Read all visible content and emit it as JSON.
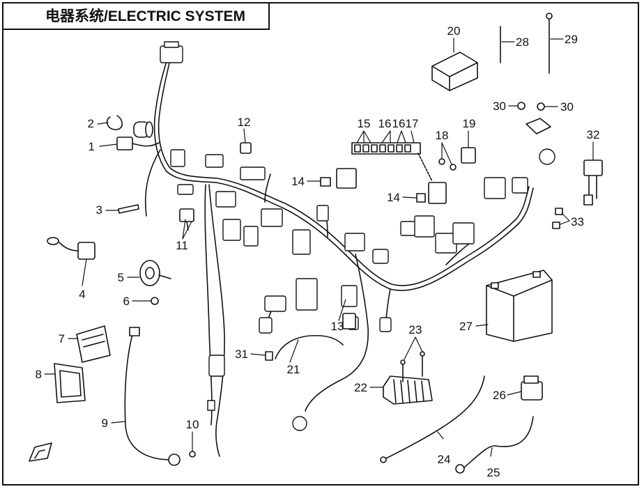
{
  "title": "电器系统/ELECTRIC SYSTEM",
  "callouts": [
    {
      "id": "p1",
      "label": "1",
      "name": "callout-1"
    },
    {
      "id": "p2",
      "label": "2",
      "name": "callout-2"
    },
    {
      "id": "p3",
      "label": "3",
      "name": "callout-3"
    },
    {
      "id": "p4",
      "label": "4",
      "name": "callout-4"
    },
    {
      "id": "p5",
      "label": "5",
      "name": "callout-5"
    },
    {
      "id": "p6",
      "label": "6",
      "name": "callout-6"
    },
    {
      "id": "p7",
      "label": "7",
      "name": "callout-7"
    },
    {
      "id": "p8",
      "label": "8",
      "name": "callout-8"
    },
    {
      "id": "p9",
      "label": "9",
      "name": "callout-9"
    },
    {
      "id": "p10",
      "label": "10",
      "name": "callout-10"
    },
    {
      "id": "p11",
      "label": "11",
      "name": "callout-11"
    },
    {
      "id": "p12",
      "label": "12",
      "name": "callout-12"
    },
    {
      "id": "p13",
      "label": "13",
      "name": "callout-13"
    },
    {
      "id": "p14a",
      "label": "14",
      "name": "callout-14-left"
    },
    {
      "id": "p14b",
      "label": "14",
      "name": "callout-14-right"
    },
    {
      "id": "p15",
      "label": "15",
      "name": "callout-15"
    },
    {
      "id": "p16a",
      "label": "16",
      "name": "callout-16-a"
    },
    {
      "id": "p16b",
      "label": "16",
      "name": "callout-16-b"
    },
    {
      "id": "p17",
      "label": "17",
      "name": "callout-17"
    },
    {
      "id": "p18",
      "label": "18",
      "name": "callout-18"
    },
    {
      "id": "p19",
      "label": "19",
      "name": "callout-19"
    },
    {
      "id": "p20",
      "label": "20",
      "name": "callout-20"
    },
    {
      "id": "p21",
      "label": "21",
      "name": "callout-21"
    },
    {
      "id": "p22",
      "label": "22",
      "name": "callout-22"
    },
    {
      "id": "p23",
      "label": "23",
      "name": "callout-23"
    },
    {
      "id": "p24",
      "label": "24",
      "name": "callout-24"
    },
    {
      "id": "p25",
      "label": "25",
      "name": "callout-25"
    },
    {
      "id": "p26",
      "label": "26",
      "name": "callout-26"
    },
    {
      "id": "p27",
      "label": "27",
      "name": "callout-27"
    },
    {
      "id": "p28",
      "label": "28",
      "name": "callout-28"
    },
    {
      "id": "p29",
      "label": "29",
      "name": "callout-29"
    },
    {
      "id": "p30a",
      "label": "30",
      "name": "callout-30-left"
    },
    {
      "id": "p30b",
      "label": "30",
      "name": "callout-30-right"
    },
    {
      "id": "p31",
      "label": "31",
      "name": "callout-31"
    },
    {
      "id": "p32",
      "label": "32",
      "name": "callout-32"
    },
    {
      "id": "p33",
      "label": "33",
      "name": "callout-33"
    }
  ]
}
